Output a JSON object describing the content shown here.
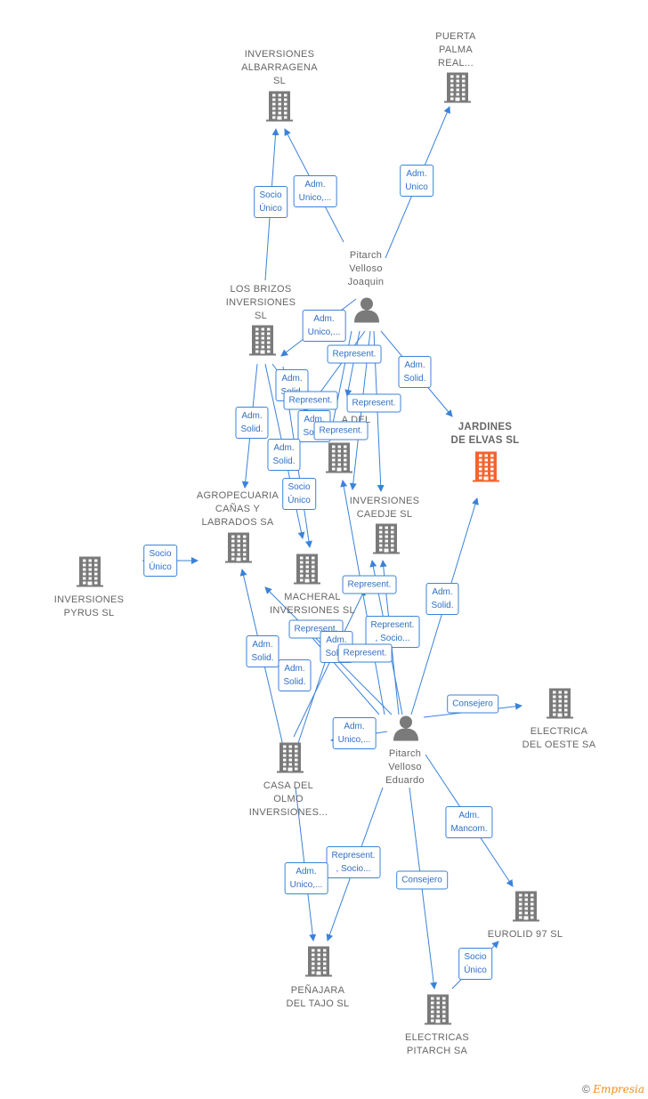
{
  "colors": {
    "edge": "#3b82d9",
    "company": "#7a7a7a",
    "highlight": "#f26430",
    "person": "#7a7a7a"
  },
  "nodes": [
    {
      "id": "albarragena",
      "kind": "company",
      "lines": [
        "INVERSIONES",
        "ALBARRAGENA",
        "SL"
      ]
    },
    {
      "id": "puerta",
      "kind": "company",
      "lines": [
        "PUERTA",
        "PALMA",
        "REAL..."
      ]
    },
    {
      "id": "joaquin",
      "kind": "person",
      "lines": [
        "Pitarch",
        "Velloso",
        "Joaquin"
      ]
    },
    {
      "id": "brizos",
      "kind": "company",
      "lines": [
        "LOS BRIZOS",
        "INVERSIONES",
        "SL"
      ]
    },
    {
      "id": "jardines",
      "kind": "company",
      "highlight": true,
      "lines": [
        "JARDINES",
        "DE ELVAS  SL"
      ]
    },
    {
      "id": "dehesa",
      "kind": "company",
      "lines": [
        "...A DEL"
      ]
    },
    {
      "id": "agropecuaria",
      "kind": "company",
      "lines": [
        "AGROPECUARIA",
        "CAÑAS Y",
        "LABRADOS SA"
      ]
    },
    {
      "id": "caedje",
      "kind": "company",
      "lines": [
        "INVERSIONES",
        "CAEDJE  SL"
      ]
    },
    {
      "id": "pyrus",
      "kind": "company",
      "lines": [
        "INVERSIONES",
        "PYRUS  SL"
      ]
    },
    {
      "id": "macheral",
      "kind": "company",
      "lines": [
        "MACHERAL",
        "INVERSIONES SL"
      ]
    },
    {
      "id": "electrica_oeste",
      "kind": "company",
      "lines": [
        "ELECTRICA",
        "DEL OESTE SA"
      ]
    },
    {
      "id": "eduardo",
      "kind": "person",
      "lines": [
        "Pitarch",
        "Velloso",
        "Eduardo"
      ]
    },
    {
      "id": "casa_olmo",
      "kind": "company",
      "lines": [
        "CASA DEL",
        "OLMO",
        "INVERSIONES..."
      ]
    },
    {
      "id": "eurolid",
      "kind": "company",
      "lines": [
        "EUROLID 97 SL"
      ]
    },
    {
      "id": "penajara",
      "kind": "company",
      "lines": [
        "PEÑAJARA",
        "DEL TAJO  SL"
      ]
    },
    {
      "id": "electricas_pitarch",
      "kind": "company",
      "lines": [
        "ELECTRICAS",
        "PITARCH SA"
      ]
    }
  ],
  "edge_labels": [
    {
      "id": "e1",
      "lines": [
        "Socio",
        "Único"
      ]
    },
    {
      "id": "e2",
      "lines": [
        "Adm.",
        "Unico,..."
      ]
    },
    {
      "id": "e3",
      "lines": [
        "Adm.",
        "Unico"
      ]
    },
    {
      "id": "e4",
      "lines": [
        "Adm.",
        "Unico,..."
      ]
    },
    {
      "id": "e5",
      "lines": [
        "Represent."
      ]
    },
    {
      "id": "e6",
      "lines": [
        "Adm.",
        "Solid."
      ]
    },
    {
      "id": "e7",
      "lines": [
        "Adm.",
        "Solid."
      ]
    },
    {
      "id": "e8",
      "lines": [
        "Represent."
      ]
    },
    {
      "id": "e9",
      "lines": [
        "Represent."
      ]
    },
    {
      "id": "e10",
      "lines": [
        "Adm.",
        "Solid."
      ]
    },
    {
      "id": "e11",
      "lines": [
        "Adm.",
        "Solid."
      ]
    },
    {
      "id": "e12",
      "lines": [
        "Represent."
      ]
    },
    {
      "id": "e13",
      "lines": [
        "Adm.",
        "Solid."
      ]
    },
    {
      "id": "e14",
      "lines": [
        "Socio",
        "Único"
      ]
    },
    {
      "id": "e15",
      "lines": [
        "Socio",
        "Único"
      ]
    },
    {
      "id": "e16",
      "lines": [
        "Represent."
      ]
    },
    {
      "id": "e17",
      "lines": [
        "Adm.",
        "Solid."
      ]
    },
    {
      "id": "e18",
      "lines": [
        "Represent.",
        ", Socio..."
      ]
    },
    {
      "id": "e19",
      "lines": [
        "Represent."
      ]
    },
    {
      "id": "e20",
      "lines": [
        "Adm.",
        "Solid."
      ]
    },
    {
      "id": "e21",
      "lines": [
        "Represent."
      ]
    },
    {
      "id": "e22",
      "lines": [
        "Adm.",
        "Solid."
      ]
    },
    {
      "id": "e23",
      "lines": [
        "Adm.",
        "Solid."
      ]
    },
    {
      "id": "e24",
      "lines": [
        "Consejero"
      ]
    },
    {
      "id": "e25",
      "lines": [
        "Adm.",
        "Unico,..."
      ]
    },
    {
      "id": "e26",
      "lines": [
        "Adm.",
        "Mancom."
      ]
    },
    {
      "id": "e27",
      "lines": [
        "Represent.",
        ", Socio..."
      ]
    },
    {
      "id": "e28",
      "lines": [
        "Adm.",
        "Unico,..."
      ]
    },
    {
      "id": "e29",
      "lines": [
        "Consejero"
      ]
    },
    {
      "id": "e30",
      "lines": [
        "Socio",
        "Único"
      ]
    }
  ],
  "copyright": {
    "symbol": "©",
    "brand": "Empresia"
  }
}
